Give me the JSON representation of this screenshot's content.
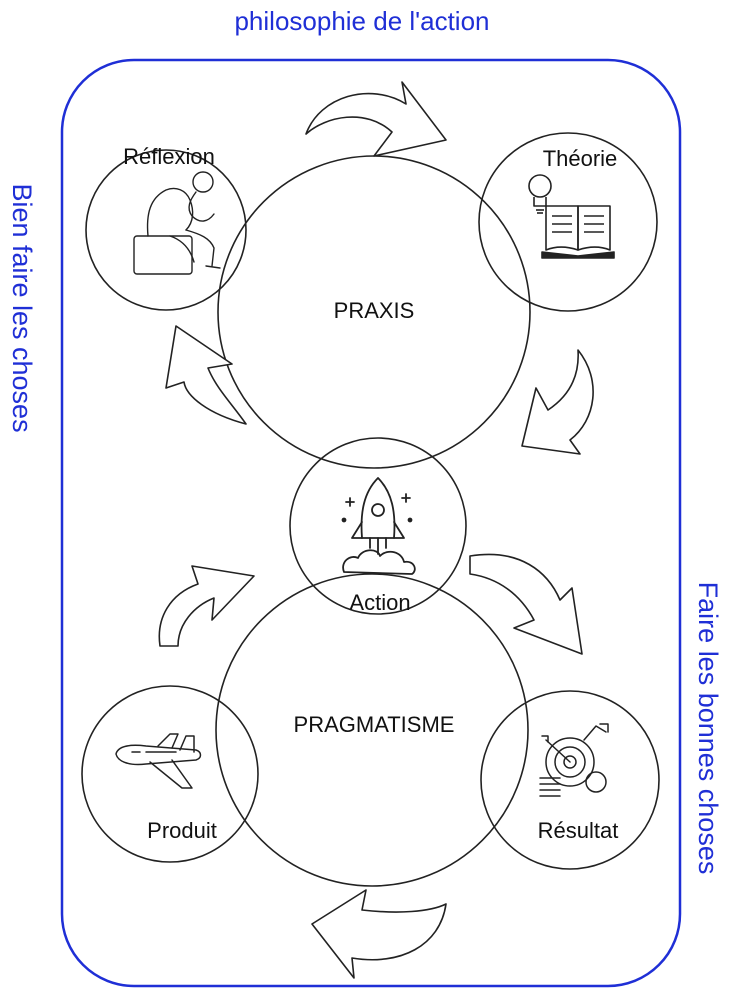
{
  "title": "philosophie de l'action",
  "side_left": "Bien faire les choses",
  "side_right": "Faire les bonnes choses",
  "nodes": {
    "praxis": "PRAXIS",
    "pragmatisme": "PRAGMATISME",
    "action": "Action",
    "reflexion": "Réflexion",
    "theorie": "Théorie",
    "produit": "Produit",
    "resultat": "Résultat"
  },
  "icons": {
    "reflexion": "thinker-statue-icon",
    "theorie": "lightbulb-book-icon",
    "action": "rocket-launch-icon",
    "produit": "airplane-icon",
    "resultat": "target-coins-icon"
  },
  "colors": {
    "accent": "#1f2fd6",
    "stroke": "#222222"
  }
}
